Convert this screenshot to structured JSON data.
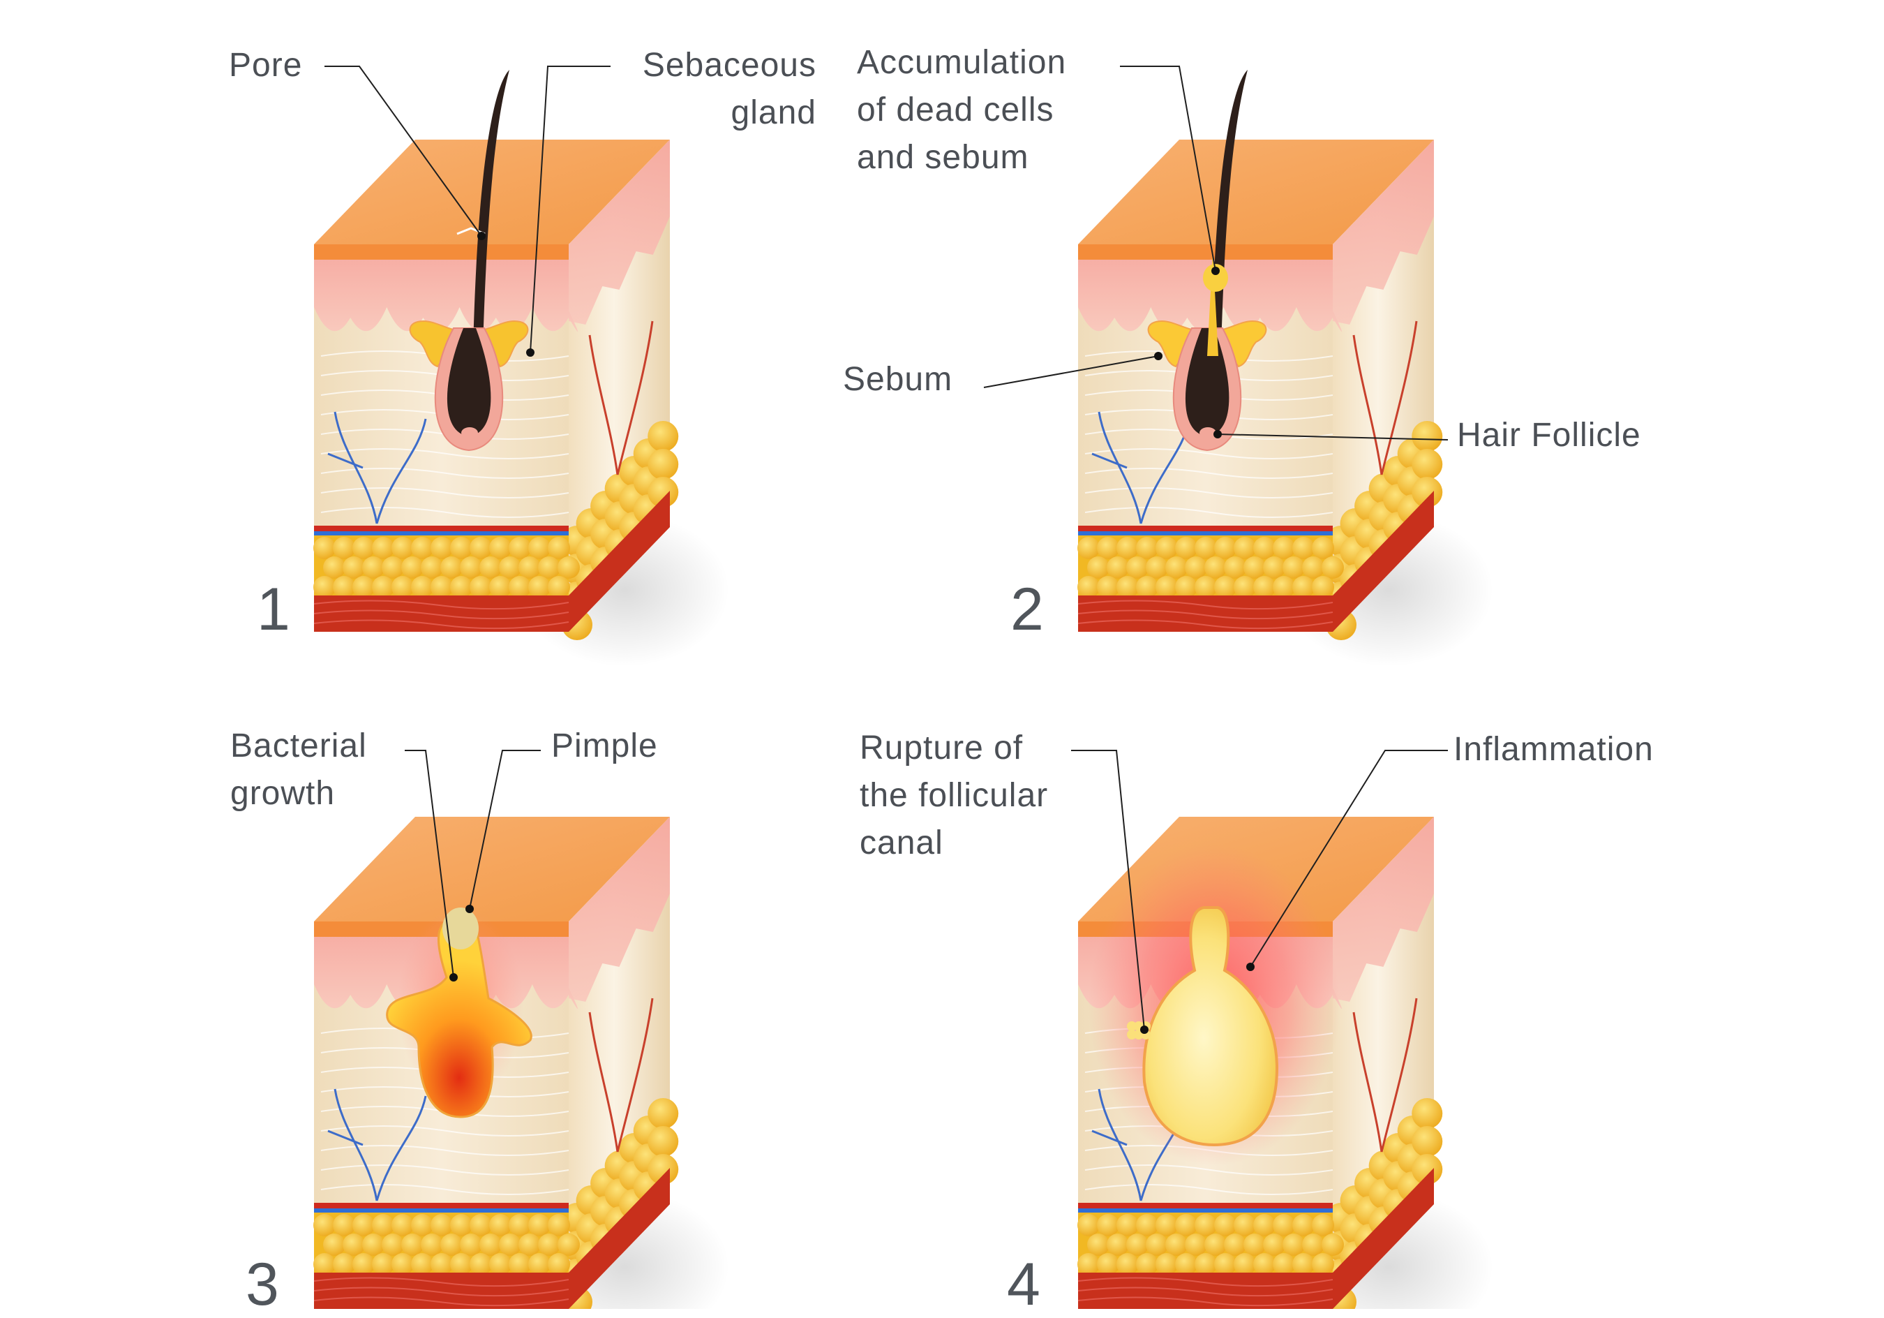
{
  "panels": [
    {
      "number": "1",
      "labels": {
        "pore": "Pore",
        "sebaceous_gland": "Sebaceous\ngland"
      }
    },
    {
      "number": "2",
      "labels": {
        "accumulation": "Accumulation\nof dead cells\nand sebum",
        "sebum": "Sebum",
        "hair_follicle": "Hair Follicle"
      }
    },
    {
      "number": "3",
      "labels": {
        "bacterial_growth": "Bacterial\ngrowth",
        "pimple": "Pimple"
      }
    },
    {
      "number": "4",
      "labels": {
        "rupture": "Rupture of\nthe follicular\ncanal",
        "inflammation": "Inflammation"
      }
    }
  ],
  "colors": {
    "epidermis_top": "#f7a65a",
    "epidermis_front": "#f8b8b0",
    "dermis": "#f3e6cc",
    "fat": "#f5c22e",
    "muscle": "#c8301c",
    "hair": "#2d1f1a",
    "sebum": "#f7c531",
    "inflammation": "#ff5a5a",
    "label_text": "#4b4f55"
  }
}
